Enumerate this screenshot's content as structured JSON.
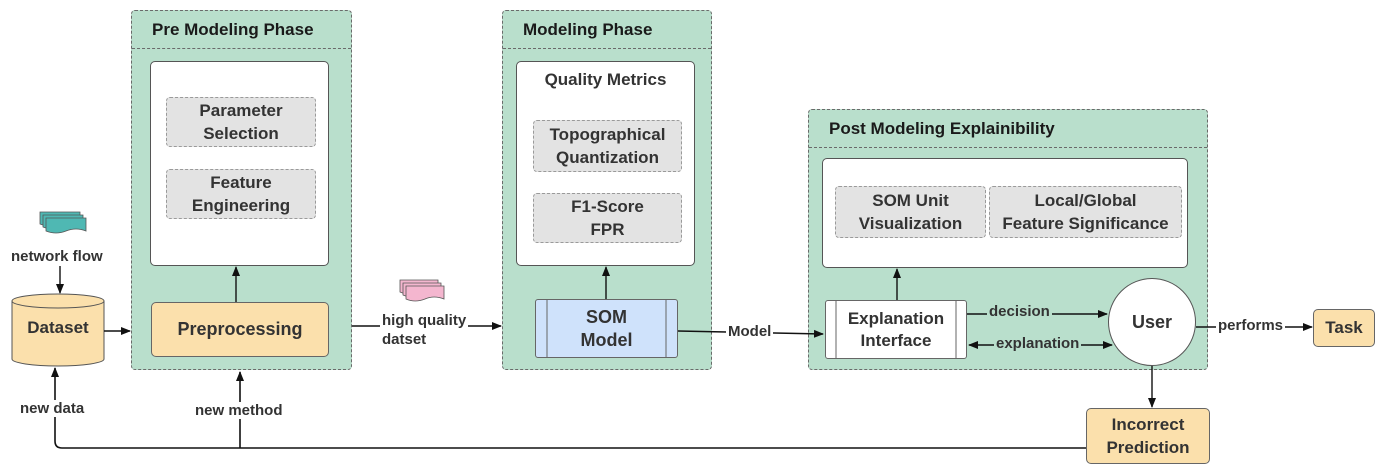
{
  "phases": {
    "pre": "Pre Modeling Phase",
    "modeling": "Modeling Phase",
    "post": "Post Modeling  Explainibility"
  },
  "pre": {
    "parameter_selection": "Parameter\nSelection",
    "feature_engineering": "Feature\nEngineering",
    "preprocessing": "Preprocessing"
  },
  "modeling": {
    "quality_metrics": "Quality Metrics",
    "topographical": "Topographical\nQuantization",
    "f1_fpr": "F1-Score\nFPR",
    "som_model": "SOM\nModel"
  },
  "post": {
    "som_unit": "SOM Unit\nVisualization",
    "feature_significance": "Local/Global\nFeature Significance",
    "explanation_interface": "Explanation\nInterface",
    "user": "User"
  },
  "nodes": {
    "dataset": "Dataset",
    "task": "Task",
    "incorrect_prediction": "Incorrect\nPrediction"
  },
  "edges": {
    "network_flow": "network flow",
    "high_quality": "high quality\ndatset",
    "model": "Model",
    "decision": "decision",
    "explanation": "explanation",
    "performs": "performs",
    "new_data": "new data",
    "new_method": "new method"
  },
  "colors": {
    "phase_bg": "#b9dfcc",
    "orange": "#fbe0ac",
    "som_blue": "#cfe2fb",
    "metric_gray": "#e3e3e3",
    "doc_teal": "#4fb8b3",
    "doc_pink": "#f4b6cf"
  }
}
